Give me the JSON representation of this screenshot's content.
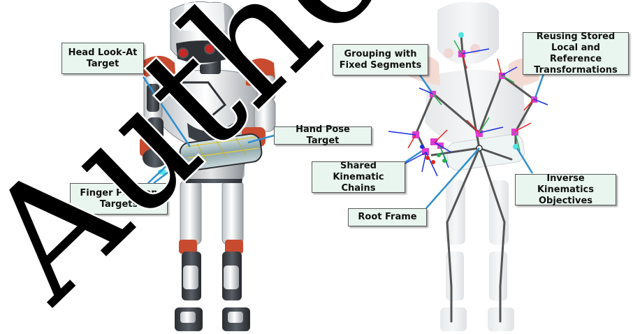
{
  "colors": {
    "leader": "#2f8fd0",
    "callout_fill": "#e9f5ef",
    "callout_border": "#5a5a5a",
    "robot_red": "#c84a2f",
    "robot_dark": "#3b3f44",
    "robot_white": "#ececec",
    "skeleton": "#555555",
    "joint_magenta": "#e23ad3",
    "axis_red": "#e0241c",
    "axis_green": "#25b34a",
    "axis_blue": "#1a2ee0",
    "target_cyan": "#4fe3e6",
    "watermark": "#000000"
  },
  "watermark": {
    "text": "Author"
  },
  "labels": {
    "head_look_at": "Head Look-At\nTarget",
    "hand_pose": "Hand Pose Target",
    "finger_position": "Finger Position\nTargets",
    "grouping": "Grouping with\nFixed Segments",
    "reusing": "Reusing Stored\nLocal and Reference\nTransformations",
    "shared_chains": "Shared\nKinematic Chains",
    "ik_objectives": "Inverse Kinematics\nObjectives",
    "root_frame": "Root Frame"
  }
}
